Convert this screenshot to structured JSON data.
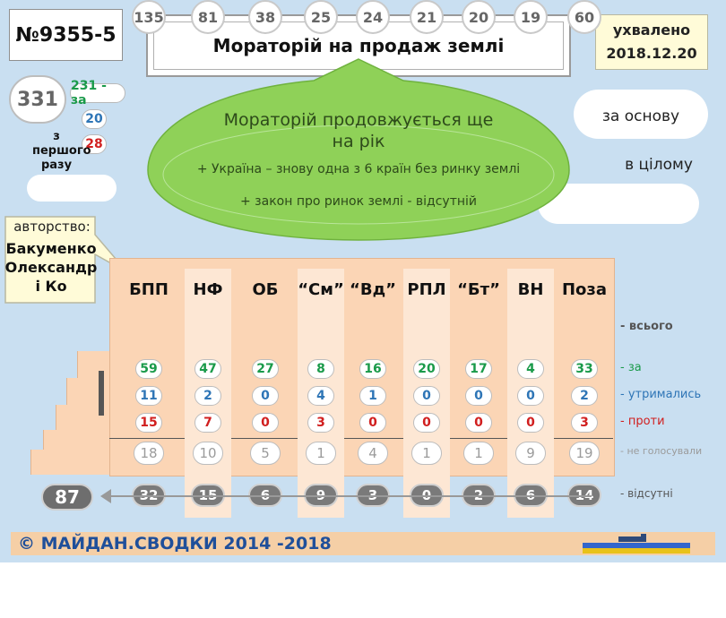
{
  "bill": {
    "number": "№9355-5",
    "title": "Мораторій на продаж землі",
    "status_line1": "ухвалено",
    "status_line2": "2018.12.20"
  },
  "first_reading": {
    "total": "331",
    "for": "231 - за",
    "abstained": "20",
    "against": "28",
    "label": "з першого разу"
  },
  "summary": {
    "line1": "Мораторій продовжується ще",
    "line2": "на рік",
    "line3": "+ Україна – знову одна з 6 країн без ринку землі",
    "line4": "+ закон про ринок землі - відсутній"
  },
  "stages": {
    "basis": "за основу",
    "whole": "в цілому"
  },
  "authorship": {
    "label": "авторство:",
    "author_line1": "Бакуменко",
    "author_line2": "Олександр",
    "author_line3": "і Ко"
  },
  "chart_data": {
    "type": "table",
    "categories": [
      "БПП",
      "НФ",
      "ОБ",
      "“См”",
      "“Вд”",
      "РПЛ",
      "“Бт”",
      "ВН",
      "Поза"
    ],
    "series": [
      {
        "name": "всього",
        "values": [
          135,
          81,
          38,
          25,
          24,
          21,
          20,
          19,
          60
        ]
      },
      {
        "name": "за",
        "values": [
          59,
          47,
          27,
          8,
          16,
          20,
          17,
          4,
          33
        ]
      },
      {
        "name": "утримались",
        "values": [
          11,
          2,
          0,
          4,
          1,
          0,
          0,
          0,
          2
        ]
      },
      {
        "name": "проти",
        "values": [
          15,
          7,
          0,
          3,
          0,
          0,
          0,
          0,
          3
        ]
      },
      {
        "name": "не голосували",
        "values": [
          18,
          10,
          5,
          1,
          4,
          1,
          1,
          9,
          19
        ]
      },
      {
        "name": "відсутні",
        "values": [
          32,
          15,
          6,
          9,
          3,
          0,
          2,
          6,
          14
        ]
      }
    ],
    "absent_total": 87,
    "legend_labels": [
      "- всього",
      "- за",
      "- утримались",
      "- проти",
      "- не голосували",
      "- відсутні"
    ]
  },
  "colors": {
    "for": "#1a9a4a",
    "abstained": "#2e75b6",
    "against": "#d11f1f",
    "not_voted": "#9b9b9b",
    "panel": "#fbd5b5",
    "highlight": "#fde7d4",
    "cloud": "#8fd158"
  },
  "footer": "© МАЙДАН.СВОДКИ 2014 -2018"
}
